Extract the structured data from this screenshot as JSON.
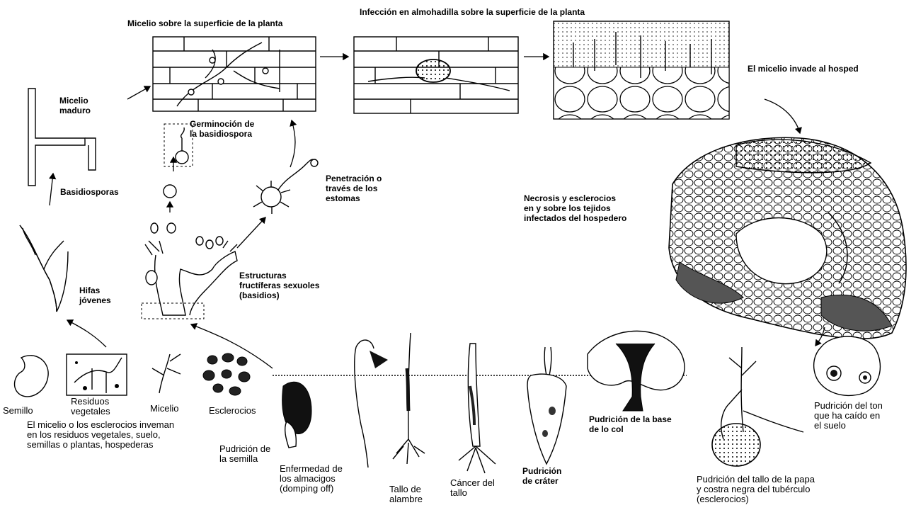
{
  "labels": {
    "micelio_superficie": "Micelio sobre la superficie de la planta",
    "infeccion": "Infección en almohadilla sobre la superficie de la planta",
    "invade": "El micelio invade al hosped",
    "micelio_maduro": "Micelio\nmaduro",
    "germinacion": "Germinoción de\nla basidiospora",
    "basidiosporas": "Basidiosporas",
    "penetracion": "Penetración o\ntravés de los\nestomas",
    "necrosis": "Necrosis y esclerocios\nen y sobre los tejidos\ninfectados del hospedero",
    "hifas": "Hifas\njóvenes",
    "estructuras": "Estructuras\nfructíferas sexuoles\n(basidios)",
    "semilla": "Semillo",
    "residuos": "Residuos\nvegetales",
    "micelio": "Micelio",
    "esclerocios": "Esclerocios",
    "invernan": "El micelio o los esclerocios inveman\nen los residuos vegetales, suelo,\nsemillas o plantas, hospederas",
    "pudricion_semilla": "Pudrición de\nla semilla",
    "almacigos": "Enfermedad de\nlos almacigos\n(domping off)",
    "tallo_alambre": "Tallo de\nalambre",
    "cancer": "Cáncer del\ntallo",
    "crater": "Pudrición\nde cráter",
    "col": "Pudrición de la base\nde lo col",
    "papa": "Pudrición del tallo de la papa\ny costra negra del tubérculo\n(esclerocios)",
    "tomate": "Pudrición del ton\nque ha caído en\nel suelo"
  }
}
